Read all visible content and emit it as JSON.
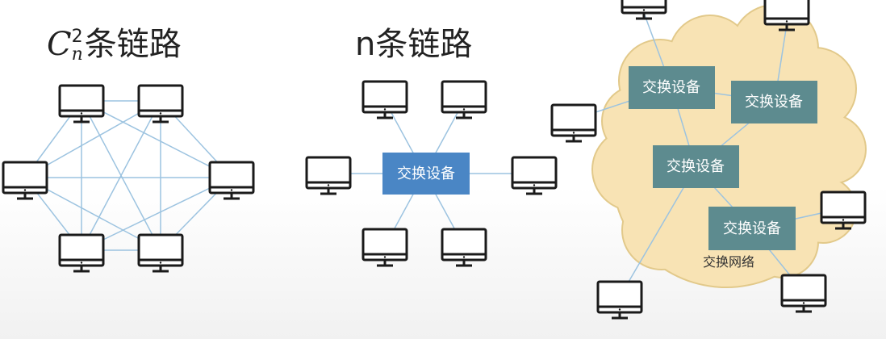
{
  "titles": {
    "mesh_prefix": "C",
    "mesh_sup": "2",
    "mesh_sub": "n",
    "mesh_suffix": "条链路",
    "star": "n条链路"
  },
  "star_switch_label": "交换设备",
  "network_switch_labels": [
    "交换设备",
    "交换设备",
    "交换设备",
    "交换设备"
  ],
  "cloud_label": "交换网络",
  "colors": {
    "line": "#9cc3e0",
    "star_switch": "#4a86c5",
    "network_switch": "#5d8b8f",
    "cloud_fill": "#f8e3b4",
    "cloud_stroke": "#e2c98a",
    "monitor": "#1a1a1a"
  },
  "icons": [
    "monitor-icon"
  ]
}
